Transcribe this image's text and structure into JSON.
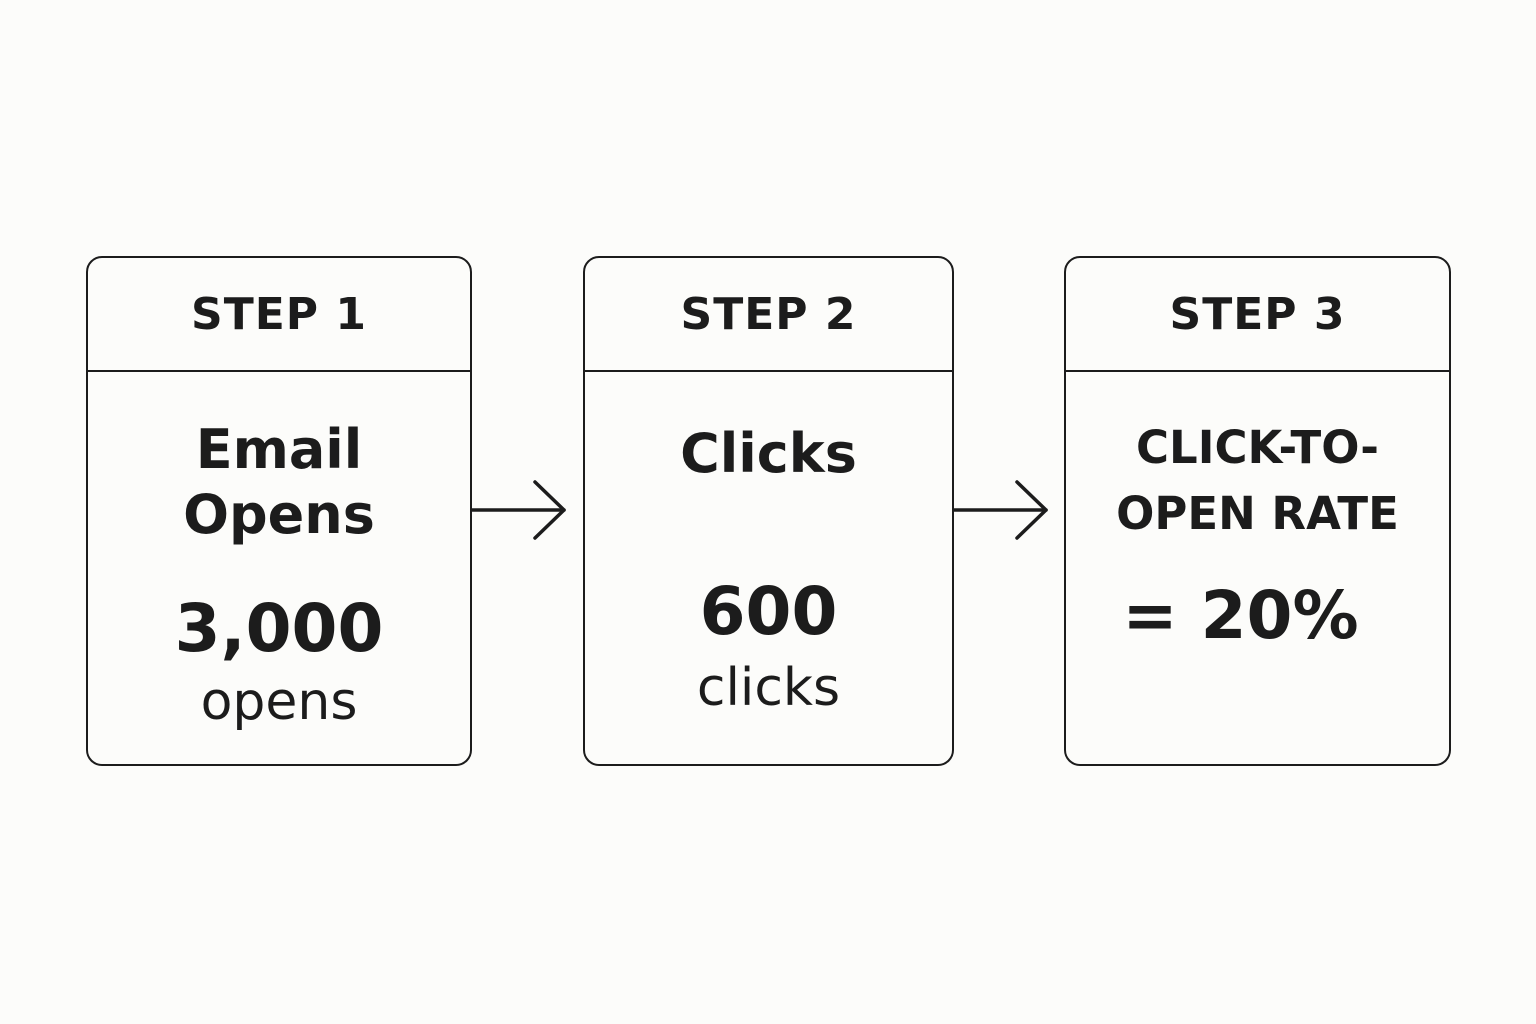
{
  "steps": [
    {
      "header": "STEP 1",
      "title_lines": [
        "Email",
        "Opens"
      ],
      "value": "3,000",
      "unit": "opens"
    },
    {
      "header": "STEP 2",
      "title_lines": [
        "Clicks"
      ],
      "value": "600",
      "unit": "clicks"
    },
    {
      "header": "STEP 3",
      "title_lines": [
        "CLICK-TO-",
        "OPEN RATE"
      ],
      "value": "= 20%"
    }
  ],
  "colors": {
    "background": "#fcfcfa",
    "ink": "#1c1c1c"
  },
  "icons": [
    "arrow-right-icon",
    "arrow-right-icon"
  ]
}
